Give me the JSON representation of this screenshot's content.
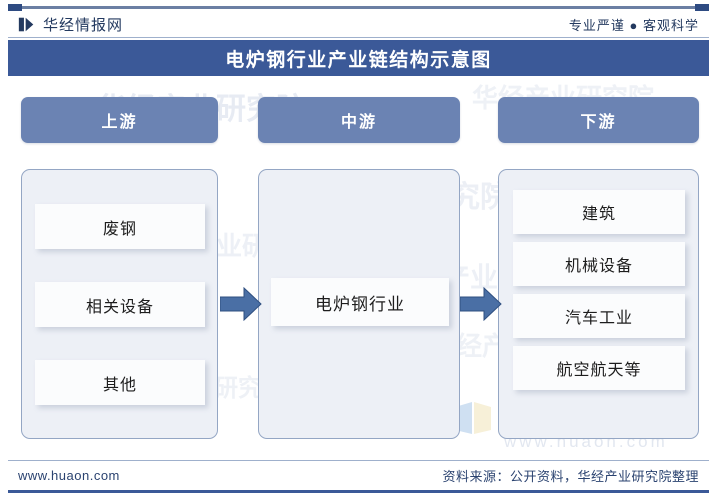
{
  "header": {
    "brand_name": "华经情报网",
    "brand_icon": "huajing-logo-icon",
    "tagline": "专业严谨 ● 客观科学"
  },
  "title": {
    "text": "电炉钢行业产业链结构示意图",
    "bar_color": "#3b5998"
  },
  "columns": [
    {
      "key": "upstream",
      "label": "上游",
      "header_color": "#6b83b3",
      "items": [
        {
          "label": "废钢"
        },
        {
          "label": "相关设备"
        },
        {
          "label": "其他"
        }
      ]
    },
    {
      "key": "midstream",
      "label": "中游",
      "header_color": "#6b83b3",
      "items": [
        {
          "label": "电炉钢行业"
        }
      ]
    },
    {
      "key": "downstream",
      "label": "下游",
      "header_color": "#6b83b3",
      "items": [
        {
          "label": "建筑"
        },
        {
          "label": "机械设备"
        },
        {
          "label": "汽车工业"
        },
        {
          "label": "航空航天等"
        }
      ]
    }
  ],
  "arrows": [
    {
      "name": "arrow-upstream-to-midstream",
      "direction": "right",
      "color": "#4a6fa5"
    },
    {
      "name": "arrow-midstream-to-downstream",
      "direction": "right",
      "color": "#4a6fa5"
    }
  ],
  "watermarks": {
    "institute": "华经产业研究院",
    "url": "www.huaon.com",
    "repeats": [
      "华经产业研究院",
      "华经产业研究院",
      "华经产业研究院",
      "华经产业研究院",
      "华经产业研究院",
      "华经产业研究院",
      "华经产业研究院"
    ]
  },
  "footer": {
    "site": "www.huaon.com",
    "source": "资料来源：公开资料，华经产业研究院整理"
  }
}
